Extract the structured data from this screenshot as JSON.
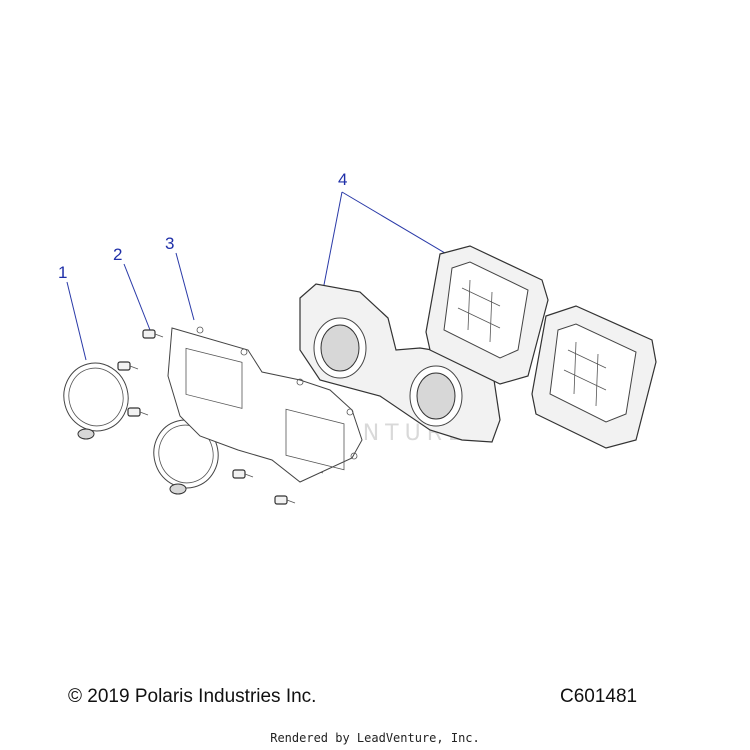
{
  "callouts": [
    {
      "id": "1",
      "label": "1"
    },
    {
      "id": "2",
      "label": "2"
    },
    {
      "id": "3",
      "label": "3"
    },
    {
      "id": "4",
      "label": "4"
    }
  ],
  "footer": {
    "copyright": "© 2019 Polaris Industries Inc.",
    "drawing_number": "C601481",
    "rendered_by": "Rendered by LeadVenture, Inc."
  },
  "colors": {
    "callout": "#1f2fa8",
    "leader": "#2a3aa8",
    "outline": "#333333"
  }
}
